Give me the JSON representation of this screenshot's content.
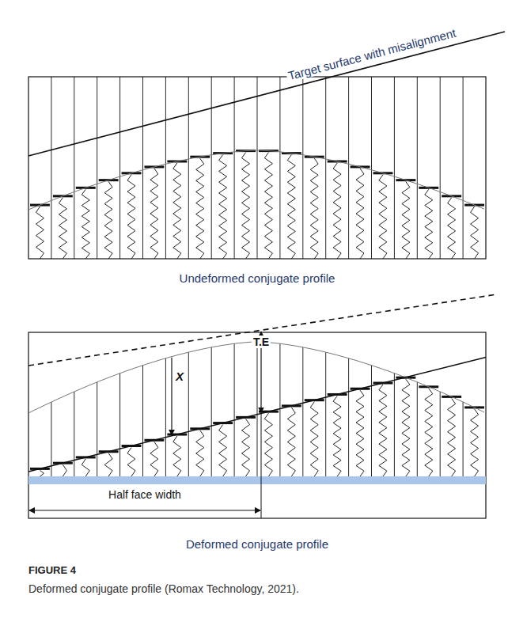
{
  "diagram": {
    "caption": "Deformed conjugate profile (Romax Technology, 2021).",
    "labels": [
      "Target surface with misalignment",
      "Undeformed conjugate profile",
      "T.E",
      "X",
      "Half face width",
      "Deformed conjugate profile",
      "FIGURE 4"
    ]
  }
}
